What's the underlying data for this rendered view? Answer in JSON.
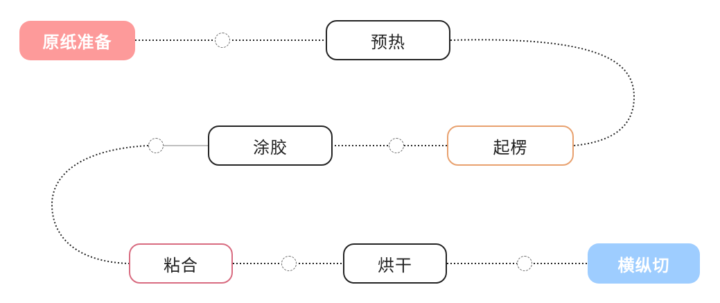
{
  "diagram": {
    "steps": [
      {
        "label": "原纸准备",
        "style": "filled",
        "color": "#fd9a9a"
      },
      {
        "label": "预热",
        "style": "outline",
        "color": "#222222"
      },
      {
        "label": "起楞",
        "style": "outline",
        "color": "#e8a06d"
      },
      {
        "label": "涂胶",
        "style": "outline",
        "color": "#222222"
      },
      {
        "label": "粘合",
        "style": "outline",
        "color": "#d86a7f"
      },
      {
        "label": "烘干",
        "style": "outline",
        "color": "#222222"
      },
      {
        "label": "横纵切",
        "style": "filled",
        "color": "#9ecdff"
      }
    ],
    "line_color": "#222222",
    "connector_color": "#666666"
  }
}
